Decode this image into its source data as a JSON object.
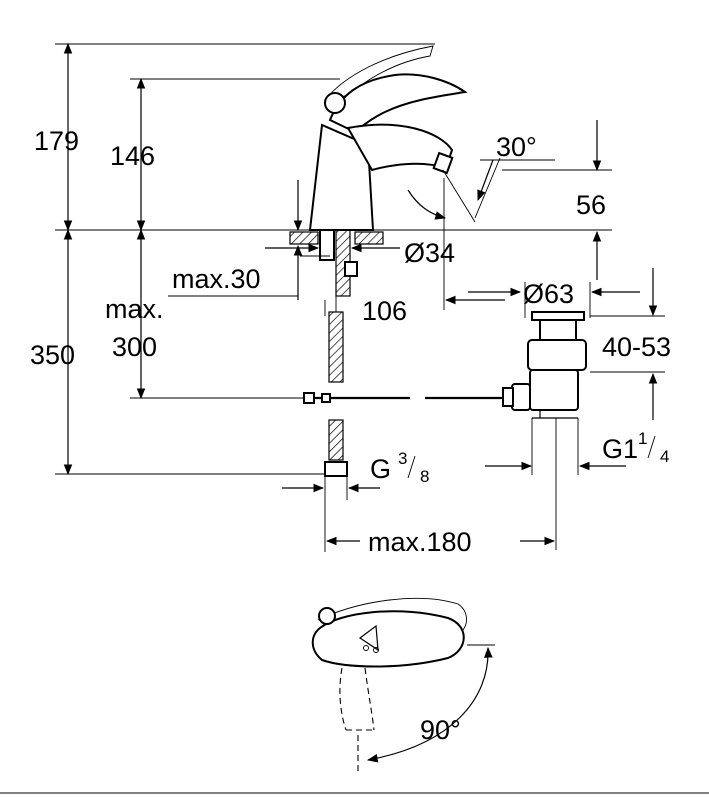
{
  "dimensions": {
    "height_total": "179",
    "height_handle": "146",
    "spout_angle": "30°",
    "spout_height": "56",
    "hole_diameter": "Ø34",
    "deck_thickness": "max.30",
    "spout_reach": "106",
    "waste_diameter": "Ø63",
    "waste_range": "40-53",
    "flexible_length_prefix": "max.",
    "flexible_length_value": "300",
    "below_deck": "350",
    "connection_thread": "G",
    "connection_thread_num": "3",
    "connection_thread_den": "8",
    "waste_thread": "G1",
    "waste_thread_num": "1",
    "waste_thread_den": "4",
    "pop_up_rod": "max.180",
    "handle_rotation": "90°"
  }
}
